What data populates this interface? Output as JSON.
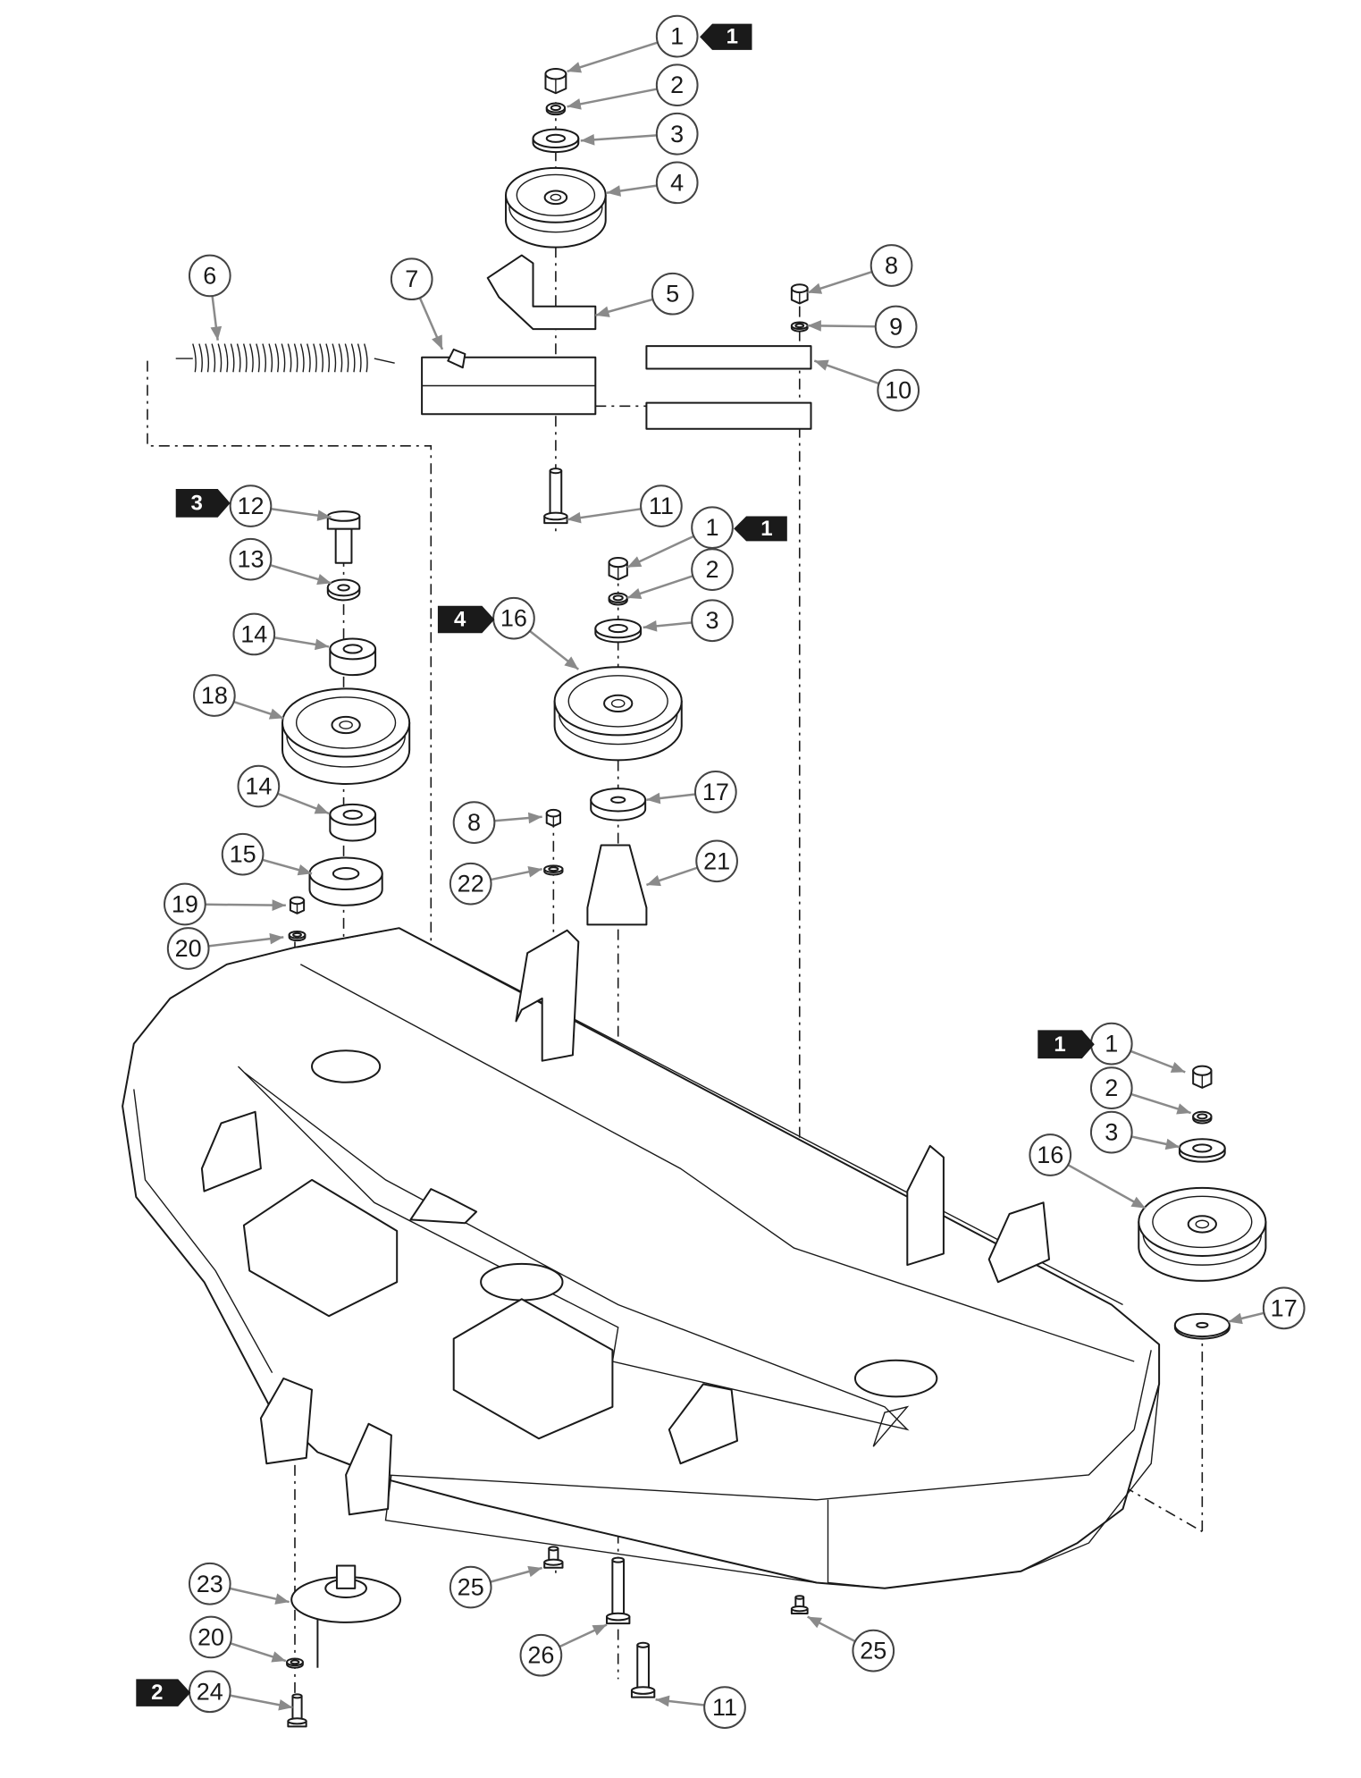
{
  "colors": {
    "line": "#1a1a1a",
    "leader": "#8a8a8a",
    "flag": "#1a1a1a",
    "background": "#ffffff"
  },
  "callouts": [
    {
      "id": "c1a",
      "label": "1"
    },
    {
      "id": "c2a",
      "label": "2"
    },
    {
      "id": "c3a",
      "label": "3"
    },
    {
      "id": "c4a",
      "label": "4"
    },
    {
      "id": "c5",
      "label": "5"
    },
    {
      "id": "c6",
      "label": "6"
    },
    {
      "id": "c7",
      "label": "7"
    },
    {
      "id": "c8a",
      "label": "8"
    },
    {
      "id": "c9",
      "label": "9"
    },
    {
      "id": "c10",
      "label": "10"
    },
    {
      "id": "c11a",
      "label": "11"
    },
    {
      "id": "c12",
      "label": "12"
    },
    {
      "id": "c13",
      "label": "13"
    },
    {
      "id": "c14a",
      "label": "14"
    },
    {
      "id": "c18",
      "label": "18"
    },
    {
      "id": "c14b",
      "label": "14"
    },
    {
      "id": "c15",
      "label": "15"
    },
    {
      "id": "c19",
      "label": "19"
    },
    {
      "id": "c20a",
      "label": "20"
    },
    {
      "id": "c1b",
      "label": "1"
    },
    {
      "id": "c2b",
      "label": "2"
    },
    {
      "id": "c3b",
      "label": "3"
    },
    {
      "id": "c16a",
      "label": "16"
    },
    {
      "id": "c17a",
      "label": "17"
    },
    {
      "id": "c8b",
      "label": "8"
    },
    {
      "id": "c22",
      "label": "22"
    },
    {
      "id": "c21",
      "label": "21"
    },
    {
      "id": "c1c",
      "label": "1"
    },
    {
      "id": "c2c",
      "label": "2"
    },
    {
      "id": "c3c",
      "label": "3"
    },
    {
      "id": "c16b",
      "label": "16"
    },
    {
      "id": "c17b",
      "label": "17"
    },
    {
      "id": "c23",
      "label": "23"
    },
    {
      "id": "c20b",
      "label": "20"
    },
    {
      "id": "c24",
      "label": "24"
    },
    {
      "id": "c25a",
      "label": "25"
    },
    {
      "id": "c26",
      "label": "26"
    },
    {
      "id": "c11b",
      "label": "11"
    },
    {
      "id": "c25b",
      "label": "25"
    }
  ],
  "flags": [
    {
      "id": "f1a",
      "label": "1",
      "direction": "left"
    },
    {
      "id": "f1b",
      "label": "1",
      "direction": "left"
    },
    {
      "id": "f3",
      "label": "3",
      "direction": "right"
    },
    {
      "id": "f4",
      "label": "4",
      "direction": "right"
    },
    {
      "id": "f1c",
      "label": "1",
      "direction": "right"
    },
    {
      "id": "f2",
      "label": "2",
      "direction": "right"
    }
  ]
}
